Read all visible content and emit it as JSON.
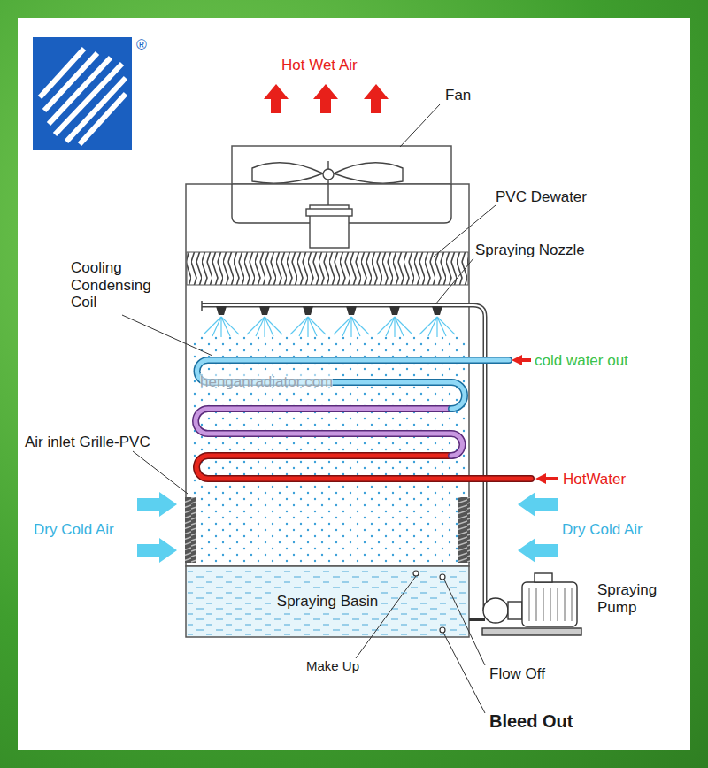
{
  "diagram": {
    "nodes": [
      {
        "text": [
          "Spraying Basin"
        ]
      }
    ],
    "labels": [
      "Hot Wet Air",
      "Fan",
      "PVC Dewater",
      "Spraying Nozzle",
      "Cooling Condensing Coil",
      "cold water out",
      "henganradiator.com",
      "HotWater",
      "Air inlet Grille-PVC",
      "Dry Cold Air",
      "Dry Cold Air",
      "Spraying Pump",
      "Make Up",
      "Flow Off",
      "Bleed Out",
      "®"
    ]
  }
}
